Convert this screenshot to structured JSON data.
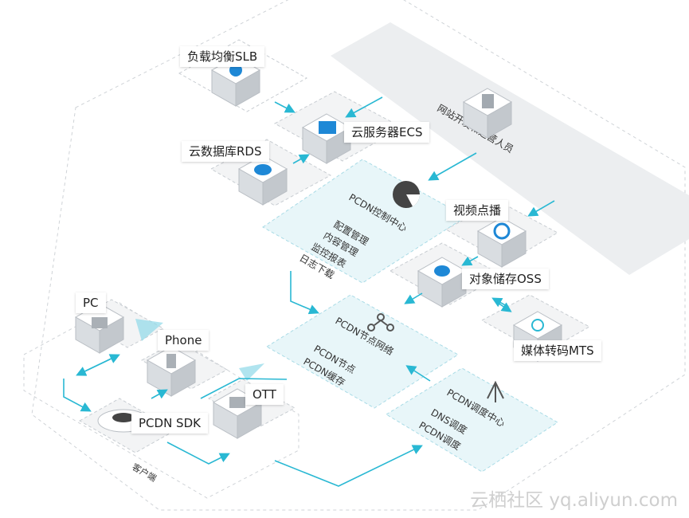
{
  "labels": {
    "slb": "负载均衡SLB",
    "ecs": "云服务器ECS",
    "rds": "云数据库RDS",
    "vod": "视频点播",
    "oss": "对象储存OSS",
    "mts": "媒体转码MTS",
    "pc": "PC",
    "phone": "Phone",
    "ott": "OTT",
    "sdk": "PCDN SDK"
  },
  "zones": {
    "ops": "网站开发和运营人员",
    "client": "客户端"
  },
  "control": {
    "title": "PCDN控制中心",
    "items": [
      "配置管理",
      "内容管理",
      "监控报表",
      "日志下载"
    ]
  },
  "node": {
    "title": "PCDN节点网络",
    "items": [
      "PCDN节点",
      "PCDN缓存"
    ]
  },
  "dispatch": {
    "title": "PCDN调度中心",
    "items": [
      "DNS调度",
      "PCDN调度"
    ]
  },
  "watermark": "云栖社区 yq.aliyun.com",
  "colors": {
    "accent": "#29b8d3",
    "panel": "#e8f6f9",
    "gray": "#e9ebed",
    "blue": "#1e88d6"
  }
}
